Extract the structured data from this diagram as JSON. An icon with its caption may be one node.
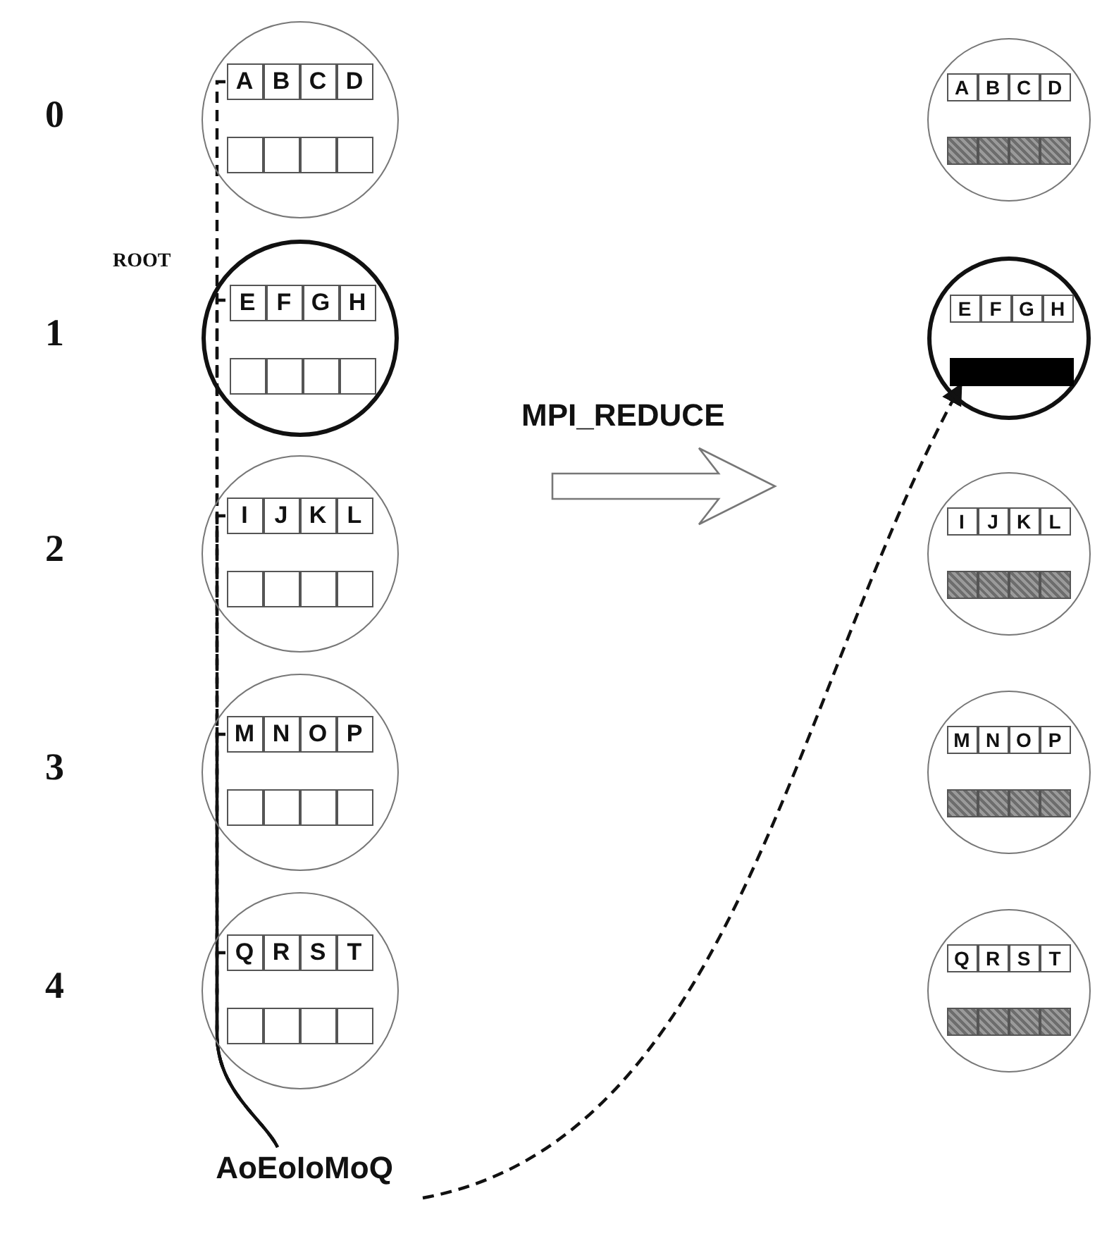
{
  "diagram": {
    "nodes": [
      {
        "text": [],
        "shape": "circle"
      },
      {
        "text": [
          "A"
        ],
        "in": 0
      },
      {
        "text": [
          "B"
        ],
        "in": 0
      },
      {
        "text": [
          "C"
        ],
        "in": 0
      },
      {
        "text": [
          "D"
        ],
        "in": 0
      },
      {
        "text": [],
        "shape": "box",
        "in": 0
      },
      {
        "text": [],
        "shape": "box",
        "in": 0
      },
      {
        "text": [],
        "shape": "box",
        "in": 0
      },
      {
        "text": [],
        "shape": "box",
        "in": 0
      },
      {
        "text": [],
        "shape": "circle"
      },
      {
        "text": [
          "E"
        ],
        "in": 9
      },
      {
        "text": [
          "F"
        ],
        "in": 9
      },
      {
        "text": [
          "G"
        ],
        "in": 9
      },
      {
        "text": [
          "H"
        ],
        "in": 9
      },
      {
        "text": [],
        "shape": "box",
        "in": 9
      },
      {
        "text": [],
        "shape": "box",
        "in": 9
      },
      {
        "text": [],
        "shape": "box",
        "in": 9
      },
      {
        "text": [],
        "shape": "box",
        "in": 9
      },
      {
        "text": [],
        "shape": "circle"
      },
      {
        "text": [
          "I"
        ],
        "in": 18
      },
      {
        "text": [
          "J"
        ],
        "in": 18
      },
      {
        "text": [
          "K"
        ],
        "in": 18
      },
      {
        "text": [
          "L"
        ],
        "in": 18
      },
      {
        "text": [],
        "shape": "box",
        "in": 18
      },
      {
        "text": [],
        "shape": "box",
        "in": 18
      },
      {
        "text": [],
        "shape": "box",
        "in": 18
      },
      {
        "text": [],
        "shape": "box",
        "in": 18
      },
      {
        "text": [],
        "shape": "circle"
      },
      {
        "text": [
          "M"
        ],
        "in": 27
      },
      {
        "text": [
          "N"
        ],
        "in": 27
      },
      {
        "text": [
          "O"
        ],
        "in": 27
      },
      {
        "text": [
          "P"
        ],
        "in": 27
      },
      {
        "text": [],
        "shape": "box",
        "in": 27
      },
      {
        "text": [],
        "shape": "box",
        "in": 27
      },
      {
        "text": [],
        "shape": "box",
        "in": 27
      },
      {
        "text": [],
        "shape": "box",
        "in": 27
      },
      {
        "text": [],
        "shape": "circle"
      },
      {
        "text": [
          "Q"
        ],
        "in": 36
      },
      {
        "text": [
          "R"
        ],
        "in": 36
      },
      {
        "text": [
          "S"
        ],
        "in": 36
      },
      {
        "text": [
          "T"
        ],
        "in": 36
      },
      {
        "text": [],
        "shape": "box",
        "in": 36
      },
      {
        "text": [],
        "shape": "box",
        "in": 36
      },
      {
        "text": [],
        "shape": "box",
        "in": 36
      },
      {
        "text": [],
        "shape": "box",
        "in": 36
      },
      {
        "text": [
          "AoEoIoMoQ"
        ]
      },
      {
        "text": [],
        "shape": "circle"
      },
      {
        "text": [
          "A"
        ],
        "in": 46
      },
      {
        "text": [
          "B"
        ],
        "in": 46
      },
      {
        "text": [
          "C"
        ],
        "in": 46
      },
      {
        "text": [
          "D"
        ],
        "in": 46
      },
      {
        "text": [],
        "shape": "box",
        "in": 46
      },
      {
        "text": [],
        "shape": "box",
        "in": 46
      },
      {
        "text": [],
        "shape": "box",
        "in": 46
      },
      {
        "text": [],
        "shape": "box",
        "in": 46
      },
      {
        "text": [],
        "shape": "circle"
      },
      {
        "text": [
          "E"
        ],
        "in": 55
      },
      {
        "text": [
          "F"
        ],
        "in": 55
      },
      {
        "text": [
          "G"
        ],
        "in": 55
      },
      {
        "text": [
          "H"
        ],
        "in": 55
      },
      {
        "text": [],
        "shape": "bar",
        "in": 55
      },
      {
        "text": [],
        "shape": "circle"
      },
      {
        "text": [
          "I"
        ],
        "in": 61
      },
      {
        "text": [
          "J"
        ],
        "in": 61
      },
      {
        "text": [
          "K"
        ],
        "in": 61
      },
      {
        "text": [
          "L"
        ],
        "in": 61
      },
      {
        "text": [],
        "shape": "box",
        "in": 61
      },
      {
        "text": [],
        "shape": "box",
        "in": 61
      },
      {
        "text": [],
        "shape": "box",
        "in": 61
      },
      {
        "text": [],
        "shape": "box",
        "in": 61
      },
      {
        "text": [],
        "shape": "circle"
      },
      {
        "text": [
          "M"
        ],
        "in": 70
      },
      {
        "text": [
          "N"
        ],
        "in": 70
      },
      {
        "text": [
          "O"
        ],
        "in": 70
      },
      {
        "text": [
          "P"
        ],
        "in": 70
      },
      {
        "text": [],
        "shape": "box",
        "in": 70
      },
      {
        "text": [],
        "shape": "box",
        "in": 70
      },
      {
        "text": [],
        "shape": "box",
        "in": 70
      },
      {
        "text": [],
        "shape": "box",
        "in": 70
      },
      {
        "text": [],
        "shape": "circle"
      },
      {
        "text": [
          "Q"
        ],
        "in": 79
      },
      {
        "text": [
          "R"
        ],
        "in": 79
      },
      {
        "text": [
          "S"
        ],
        "in": 79
      },
      {
        "text": [
          "T"
        ],
        "in": 79
      },
      {
        "text": [],
        "shape": "box",
        "in": 79
      },
      {
        "text": [],
        "shape": "box",
        "in": 79
      },
      {
        "text": [],
        "shape": "box",
        "in": 79
      },
      {
        "text": [],
        "shape": "box",
        "in": 79
      }
    ],
    "edges": [
      {
        "from": 1,
        "to": 45,
        "arrow": "none",
        "style": "dashed"
      },
      {
        "from": 10,
        "to": 45,
        "arrow": "none",
        "style": "dashed"
      },
      {
        "from": 19,
        "to": 45,
        "arrow": "none",
        "style": "dashed"
      },
      {
        "from": 28,
        "to": 45,
        "arrow": "none",
        "style": "dashed"
      },
      {
        "from": 37,
        "to": 45,
        "arrow": "none",
        "style": "dashed"
      },
      {
        "from": 45,
        "to": 60,
        "arrow": "to",
        "style": "dashed"
      }
    ],
    "labels": [
      "0",
      "ROOT",
      "1",
      "2",
      "MPI_REDUCE",
      "3",
      "4"
    ]
  }
}
